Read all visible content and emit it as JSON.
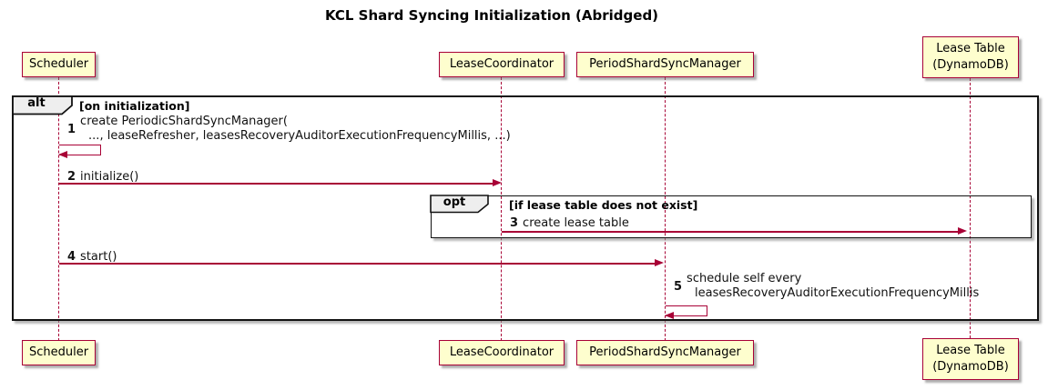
{
  "title": "KCL Shard Syncing Initialization (Abridged)",
  "participants": [
    {
      "label": "Scheduler"
    },
    {
      "label": "LeaseCoordinator"
    },
    {
      "label": "PeriodShardSyncManager"
    },
    {
      "label": "Lease Table",
      "label2": "(DynamoDB)"
    }
  ],
  "frames": {
    "alt": {
      "operator": "alt",
      "guard": "[on initialization]"
    },
    "opt": {
      "operator": "opt",
      "guard": "[if lease table does not exist]"
    }
  },
  "messages": {
    "m1": {
      "num": "1",
      "line1": "create PeriodicShardSyncManager(",
      "line2": "..., leaseRefresher, leasesRecoveryAuditorExecutionFrequencyMillis, ...)"
    },
    "m2": {
      "num": "2",
      "text": "initialize()"
    },
    "m3": {
      "num": "3",
      "text": "create lease table"
    },
    "m4": {
      "num": "4",
      "text": "start()"
    },
    "m5": {
      "num": "5",
      "line1": "schedule self every",
      "line2": "leasesRecoveryAuditorExecutionFrequencyMillis"
    }
  },
  "colors": {
    "participant_fill": "#FEFECE",
    "participant_border": "#A80036",
    "arrow": "#A80036",
    "lifeline": "#A80036",
    "frame_border": "#121212",
    "frame_label_fill": "#EEEEEE"
  }
}
